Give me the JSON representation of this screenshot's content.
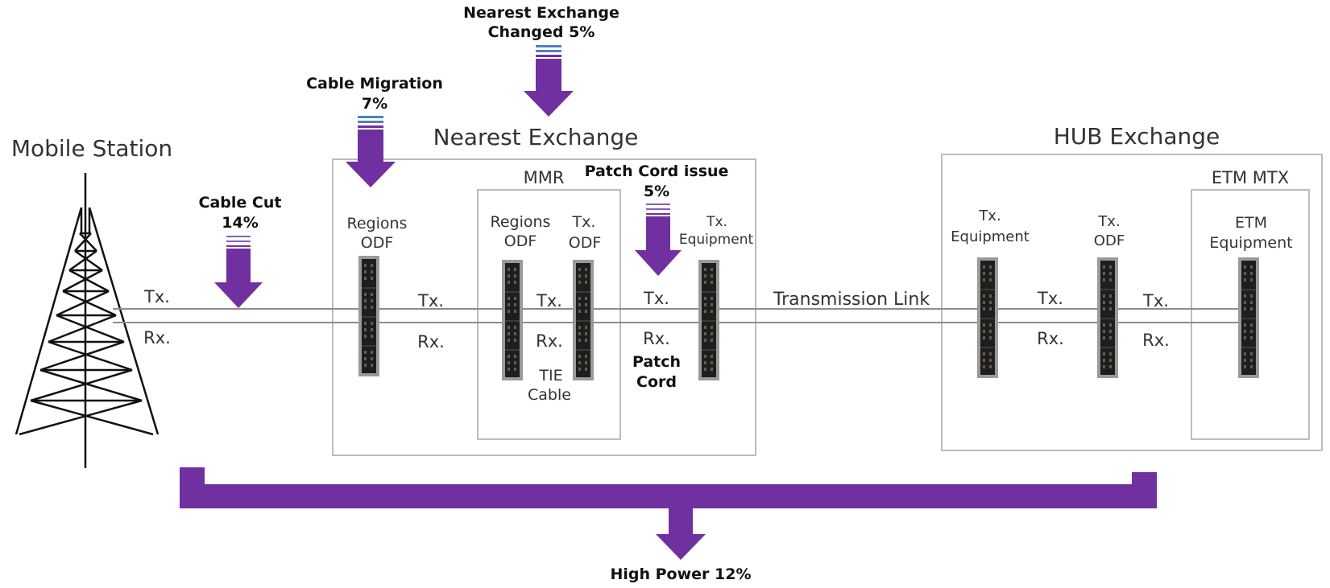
{
  "accent_color": "#7030a0",
  "stations": {
    "mobile_station": "Mobile Station",
    "nearest_exchange": "Nearest Exchange",
    "hub_exchange": "HUB Exchange",
    "mmr": "MMR",
    "etm_mtx": "ETM MTX"
  },
  "equipment": {
    "regions_odf_1": "Regions",
    "regions_odf_1b": "ODF",
    "regions_odf_2": "Regions",
    "regions_odf_2b": "ODF",
    "tx_odf_1": "Tx.",
    "tx_odf_1b": "ODF",
    "tx_equipment_1": "Tx.",
    "tx_equipment_1b": "Equipment",
    "tx_equipment_2": "Tx.",
    "tx_equipment_2b": "Equipment",
    "tx_odf_2": "Tx.",
    "tx_odf_2b": "ODF",
    "etm_equipment": "ETM",
    "etm_equipment_b": "Equipment"
  },
  "links": {
    "tx": "Tx.",
    "rx": "Rx.",
    "tie_cable_1": "TIE",
    "tie_cable_2": "Cable",
    "patch_cord_1": "Patch",
    "patch_cord_2": "Cord",
    "transmission_link": "Transmission Link"
  },
  "faults": {
    "nearest_exchange_changed_1": "Nearest Exchange",
    "nearest_exchange_changed_2": "Changed 5%",
    "cable_migration_1": "Cable Migration",
    "cable_migration_2": "7%",
    "patch_cord_issue_1": "Patch Cord issue",
    "patch_cord_issue_2": "5%",
    "cable_cut_1": "Cable Cut",
    "cable_cut_2": "14%",
    "high_power": "High Power 12%"
  }
}
